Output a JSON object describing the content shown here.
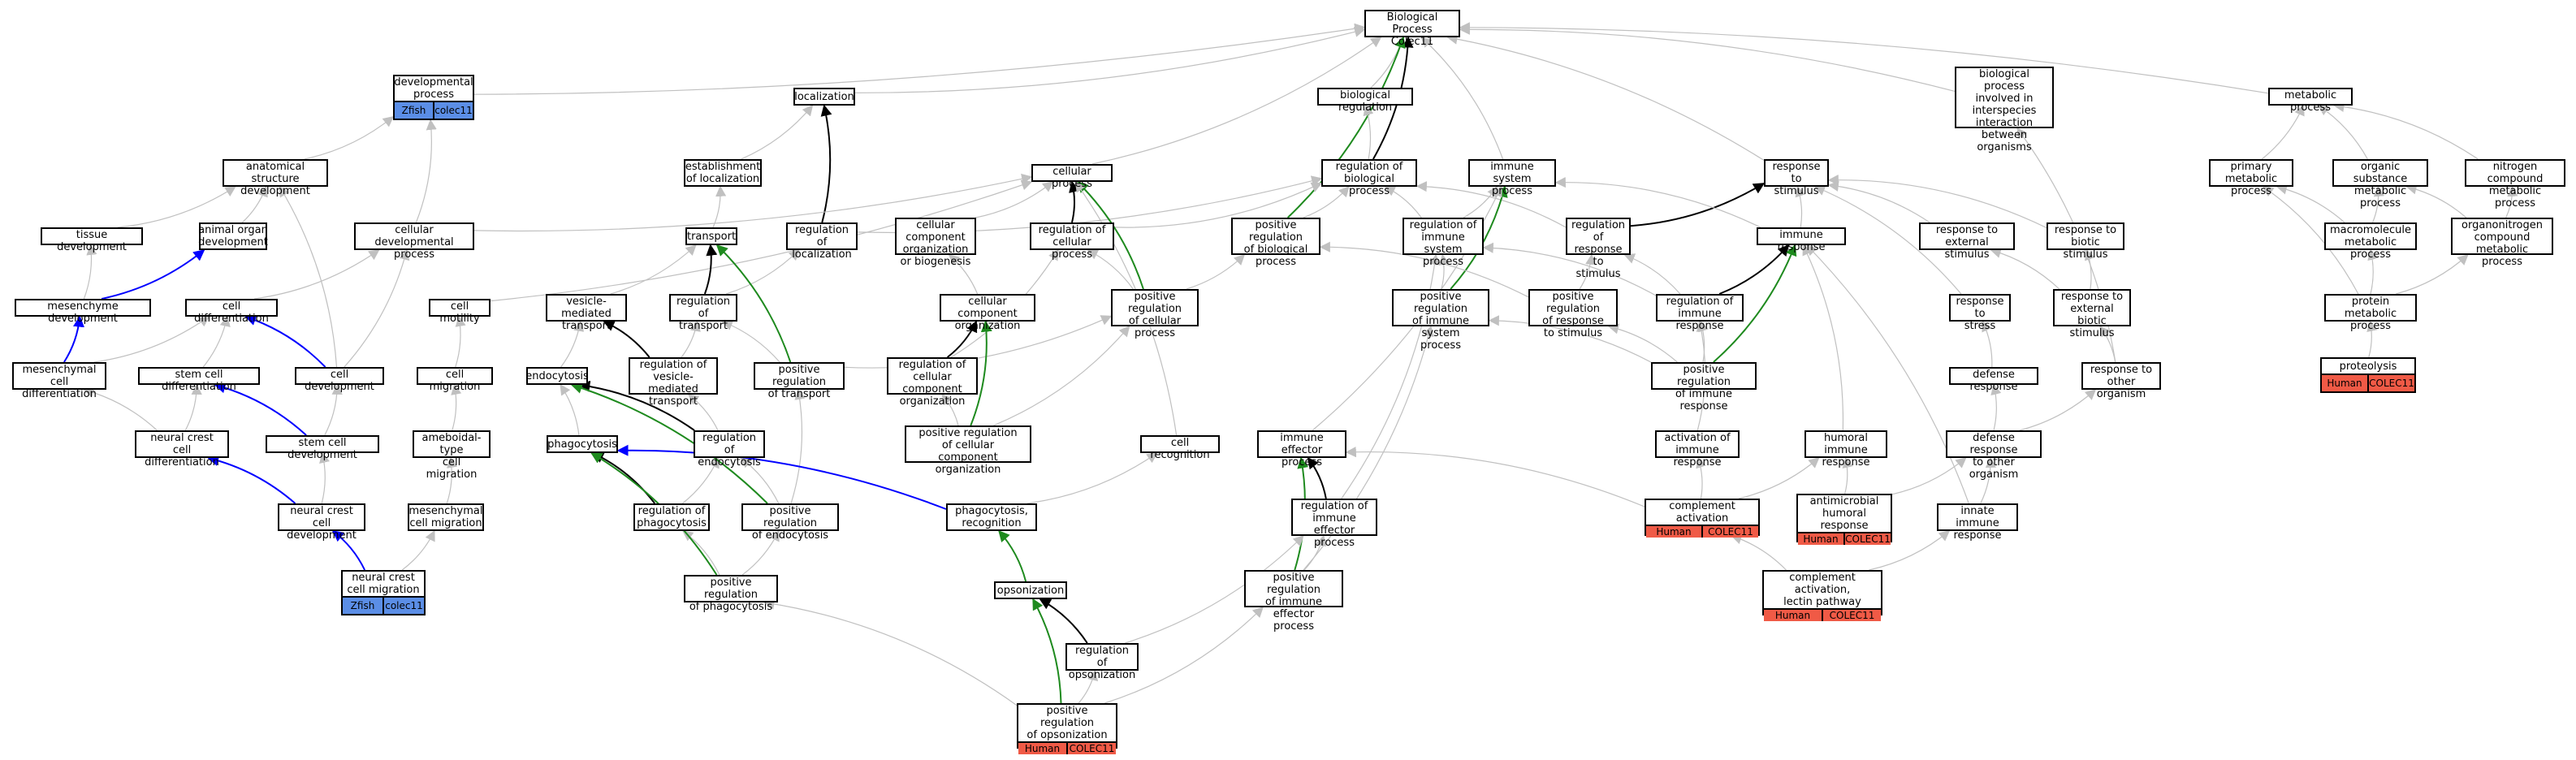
{
  "diagram": {
    "colors": {
      "edge_gray": "#c0c0c0",
      "edge_black": "#000000",
      "edge_blue": "#0000ff",
      "edge_green": "#1e8a1e",
      "zfish": "#5b8ee6",
      "human": "#f05a46"
    },
    "nodes": [
      {
        "id": "bp",
        "label": "Biological Process\nColec11"
      },
      {
        "id": "dev",
        "label": "developmental\nprocess",
        "ann": "zfish",
        "ann_labels": [
          "Zfish",
          "colec11"
        ]
      },
      {
        "id": "loc",
        "label": "localization"
      },
      {
        "id": "bioreg",
        "label": "biological regulation"
      },
      {
        "id": "interspecies",
        "label": "biological process\ninvolved in\ninterspecies\ninteraction\nbetween organisms"
      },
      {
        "id": "metab",
        "label": "metabolic process"
      },
      {
        "id": "anat",
        "label": "anatomical structure\ndevelopment"
      },
      {
        "id": "estloc",
        "label": "establishment\nof localization"
      },
      {
        "id": "cellproc",
        "label": "cellular process"
      },
      {
        "id": "regbio",
        "label": "regulation of\nbiological process"
      },
      {
        "id": "immsys",
        "label": "immune system\nprocess"
      },
      {
        "id": "resp",
        "label": "response to\nstimulus"
      },
      {
        "id": "primmet",
        "label": "primary metabolic\nprocess"
      },
      {
        "id": "orgsub",
        "label": "organic substance\nmetabolic process"
      },
      {
        "id": "nitro",
        "label": "nitrogen compound\nmetabolic process"
      },
      {
        "id": "tissue",
        "label": "tissue development"
      },
      {
        "id": "organ",
        "label": "animal organ\ndevelopment"
      },
      {
        "id": "celldev",
        "label": "cellular developmental\nprocess"
      },
      {
        "id": "transport",
        "label": "transport"
      },
      {
        "id": "regloc",
        "label": "regulation of\nlocalization"
      },
      {
        "id": "ccob",
        "label": "cellular component\norganization\nor biogenesis"
      },
      {
        "id": "regcell",
        "label": "regulation of\ncellular process"
      },
      {
        "id": "posregbio",
        "label": "positive regulation\nof biological\nprocess"
      },
      {
        "id": "regimmsys",
        "label": "regulation of\nimmune system\nprocess"
      },
      {
        "id": "regresp",
        "label": "regulation of\nresponse to\nstimulus"
      },
      {
        "id": "immresp",
        "label": "immune response"
      },
      {
        "id": "respext",
        "label": "response to\nexternal stimulus"
      },
      {
        "id": "respbio",
        "label": "response to\nbiotic stimulus"
      },
      {
        "id": "macro",
        "label": "macromolecule\nmetabolic process"
      },
      {
        "id": "organonitro",
        "label": "organonitrogen\ncompound metabolic\nprocess"
      },
      {
        "id": "mesdev",
        "label": "mesenchyme development"
      },
      {
        "id": "celldiff",
        "label": "cell differentiation"
      },
      {
        "id": "motility",
        "label": "cell motility"
      },
      {
        "id": "vesic",
        "label": "vesicle-mediated\ntransport"
      },
      {
        "id": "regtrans",
        "label": "regulation of\ntransport"
      },
      {
        "id": "cco",
        "label": "cellular component\norganization"
      },
      {
        "id": "posregcell",
        "label": "positive regulation\nof cellular\nprocess"
      },
      {
        "id": "posregimmsys",
        "label": "positive regulation\nof immune system\nprocess"
      },
      {
        "id": "posregresp",
        "label": "positive regulation\nof response\nto stimulus"
      },
      {
        "id": "regimmresp",
        "label": "regulation of\nimmune response"
      },
      {
        "id": "resptostress",
        "label": "response to\nstress"
      },
      {
        "id": "respextbio",
        "label": "response to\nexternal biotic\nstimulus"
      },
      {
        "id": "protmet",
        "label": "protein metabolic\nprocess"
      },
      {
        "id": "mesdiff",
        "label": "mesenchymal\ncell differentiation"
      },
      {
        "id": "stemdiff",
        "label": "stem cell differentiation"
      },
      {
        "id": "celldevel",
        "label": "cell development"
      },
      {
        "id": "cellmig",
        "label": "cell migration"
      },
      {
        "id": "endo",
        "label": "endocytosis"
      },
      {
        "id": "regvesic",
        "label": "regulation of\nvesicle-mediated\ntransport"
      },
      {
        "id": "posregtrans",
        "label": "positive regulation\nof transport"
      },
      {
        "id": "regcco",
        "label": "regulation of\ncellular component\norganization"
      },
      {
        "id": "posregimmresp",
        "label": "positive regulation\nof immune response"
      },
      {
        "id": "defense",
        "label": "defense response"
      },
      {
        "id": "resporg",
        "label": "response to\nother organism"
      },
      {
        "id": "proteolysis",
        "label": "proteolysis",
        "ann": "human",
        "ann_labels": [
          "Human",
          "COLEC11"
        ]
      },
      {
        "id": "ncdiff",
        "label": "neural crest\ncell differentiation"
      },
      {
        "id": "stemdev",
        "label": "stem cell development"
      },
      {
        "id": "amoeb",
        "label": "ameboidal-type\ncell migration"
      },
      {
        "id": "phago",
        "label": "phagocytosis"
      },
      {
        "id": "regendo",
        "label": "regulation of\nendocytosis"
      },
      {
        "id": "posregcco",
        "label": "positive regulation\nof cellular\ncomponent organization"
      },
      {
        "id": "cellrec",
        "label": "cell recognition"
      },
      {
        "id": "immeff",
        "label": "immune effector\nprocess"
      },
      {
        "id": "actimm",
        "label": "activation of\nimmune response"
      },
      {
        "id": "humoral",
        "label": "humoral immune\nresponse"
      },
      {
        "id": "defother",
        "label": "defense response\nto other organism"
      },
      {
        "id": "ncdev",
        "label": "neural crest\ncell development"
      },
      {
        "id": "mesmig",
        "label": "mesenchymal\ncell migration"
      },
      {
        "id": "regphago",
        "label": "regulation of\nphagocytosis"
      },
      {
        "id": "posregendo",
        "label": "positive regulation\nof endocytosis"
      },
      {
        "id": "phagorec",
        "label": "phagocytosis,\nrecognition"
      },
      {
        "id": "regimmeff",
        "label": "regulation of\nimmune effector\nprocess"
      },
      {
        "id": "complact",
        "label": "complement activation",
        "ann": "human",
        "ann_labels": [
          "Human",
          "COLEC11"
        ]
      },
      {
        "id": "antimic",
        "label": "antimicrobial\nhumoral response",
        "ann": "human",
        "ann_labels": [
          "Human",
          "COLEC11"
        ]
      },
      {
        "id": "innate",
        "label": "innate immune\nresponse"
      },
      {
        "id": "ncmig",
        "label": "neural crest\ncell migration",
        "ann": "zfish",
        "ann_labels": [
          "Zfish",
          "colec11"
        ]
      },
      {
        "id": "posregphago",
        "label": "positive regulation\nof phagocytosis"
      },
      {
        "id": "opson",
        "label": "opsonization"
      },
      {
        "id": "posregimmeff",
        "label": "positive regulation\nof immune effector\nprocess"
      },
      {
        "id": "complectin",
        "label": "complement activation,\nlectin pathway",
        "ann": "human",
        "ann_labels": [
          "Human",
          "COLEC11"
        ]
      },
      {
        "id": "regopson",
        "label": "regulation of\nopsonization"
      },
      {
        "id": "posregopson",
        "label": "positive regulation\nof opsonization",
        "ann": "human",
        "ann_labels": [
          "Human",
          "COLEC11"
        ]
      }
    ],
    "edges": [
      [
        "dev",
        "bp",
        "g"
      ],
      [
        "loc",
        "bp",
        "g"
      ],
      [
        "bioreg",
        "bp",
        "g"
      ],
      [
        "interspecies",
        "bp",
        "g"
      ],
      [
        "metab",
        "bp",
        "g"
      ],
      [
        "cellproc",
        "bp",
        "g"
      ],
      [
        "immsys",
        "bp",
        "g"
      ],
      [
        "resp",
        "bp",
        "g"
      ],
      [
        "regbio",
        "bp",
        "k"
      ],
      [
        "posregbio",
        "bp",
        "G"
      ],
      [
        "anat",
        "dev",
        "g"
      ],
      [
        "celldev",
        "dev",
        "g"
      ],
      [
        "estloc",
        "loc",
        "g"
      ],
      [
        "regloc",
        "loc",
        "k"
      ],
      [
        "regbio",
        "bioreg",
        "g"
      ],
      [
        "primmet",
        "metab",
        "g"
      ],
      [
        "orgsub",
        "metab",
        "g"
      ],
      [
        "nitro",
        "metab",
        "g"
      ],
      [
        "tissue",
        "anat",
        "g"
      ],
      [
        "organ",
        "anat",
        "g"
      ],
      [
        "celldevel",
        "anat",
        "g"
      ],
      [
        "celldev",
        "cellproc",
        "g"
      ],
      [
        "transport",
        "estloc",
        "g"
      ],
      [
        "regloc",
        "regbio",
        "g"
      ],
      [
        "ccob",
        "cellproc",
        "g"
      ],
      [
        "regcell",
        "cellproc",
        "k"
      ],
      [
        "regcell",
        "regbio",
        "g"
      ],
      [
        "posregbio",
        "regbio",
        "g"
      ],
      [
        "posregcell",
        "cellproc",
        "G"
      ],
      [
        "regimmsys",
        "immsys",
        "g"
      ],
      [
        "regimmsys",
        "regbio",
        "g"
      ],
      [
        "regresp",
        "regbio",
        "g"
      ],
      [
        "regresp",
        "resp",
        "k"
      ],
      [
        "immresp",
        "immsys",
        "g"
      ],
      [
        "immresp",
        "resp",
        "g"
      ],
      [
        "respext",
        "resp",
        "g"
      ],
      [
        "respbio",
        "resp",
        "g"
      ],
      [
        "macro",
        "orgsub",
        "g"
      ],
      [
        "macro",
        "primmet",
        "g"
      ],
      [
        "organonitro",
        "orgsub",
        "g"
      ],
      [
        "organonitro",
        "nitro",
        "g"
      ],
      [
        "mesdev",
        "tissue",
        "g"
      ],
      [
        "mesdev",
        "organ",
        "B"
      ],
      [
        "celldiff",
        "celldev",
        "g"
      ],
      [
        "motility",
        "cellproc",
        "g"
      ],
      [
        "vesic",
        "transport",
        "g"
      ],
      [
        "regtrans",
        "transport",
        "k"
      ],
      [
        "regtrans",
        "regloc",
        "g"
      ],
      [
        "posregtrans",
        "transport",
        "G"
      ],
      [
        "cco",
        "ccob",
        "g"
      ],
      [
        "posregcell",
        "regcell",
        "g"
      ],
      [
        "posregcell",
        "posregbio",
        "g"
      ],
      [
        "posregimmsys",
        "regimmsys",
        "g"
      ],
      [
        "posregimmsys",
        "immsys",
        "G"
      ],
      [
        "posregresp",
        "regresp",
        "g"
      ],
      [
        "posregresp",
        "posregbio",
        "g"
      ],
      [
        "regimmresp",
        "immresp",
        "k"
      ],
      [
        "regimmresp",
        "regimmsys",
        "g"
      ],
      [
        "regimmresp",
        "regresp",
        "g"
      ],
      [
        "resptostress",
        "resp",
        "g"
      ],
      [
        "respextbio",
        "respbio",
        "g"
      ],
      [
        "respextbio",
        "respext",
        "g"
      ],
      [
        "protmet",
        "macro",
        "g"
      ],
      [
        "protmet",
        "primmet",
        "g"
      ],
      [
        "protmet",
        "organonitro",
        "g"
      ],
      [
        "mesdiff",
        "mesdev",
        "B"
      ],
      [
        "mesdiff",
        "celldiff",
        "g"
      ],
      [
        "stemdiff",
        "celldiff",
        "g"
      ],
      [
        "celldevel",
        "celldiff",
        "B"
      ],
      [
        "celldevel",
        "celldev",
        "g"
      ],
      [
        "cellmig",
        "motility",
        "g"
      ],
      [
        "endo",
        "vesic",
        "g"
      ],
      [
        "regvesic",
        "vesic",
        "k"
      ],
      [
        "regvesic",
        "regtrans",
        "g"
      ],
      [
        "posregtrans",
        "regtrans",
        "g"
      ],
      [
        "posregtrans",
        "posregcell",
        "g"
      ],
      [
        "regcco",
        "cco",
        "k"
      ],
      [
        "regcco",
        "regcell",
        "g"
      ],
      [
        "posregimmresp",
        "regimmresp",
        "g"
      ],
      [
        "posregimmresp",
        "posregimmsys",
        "g"
      ],
      [
        "posregimmresp",
        "posregresp",
        "g"
      ],
      [
        "posregimmresp",
        "immresp",
        "G"
      ],
      [
        "defense",
        "resptostress",
        "g"
      ],
      [
        "resporg",
        "respextbio",
        "g"
      ],
      [
        "resporg",
        "interspecies",
        "g"
      ],
      [
        "proteolysis",
        "protmet",
        "g"
      ],
      [
        "ncdiff",
        "stemdiff",
        "g"
      ],
      [
        "ncdiff",
        "mesdiff",
        "g"
      ],
      [
        "stemdev",
        "stemdiff",
        "B"
      ],
      [
        "stemdev",
        "celldevel",
        "g"
      ],
      [
        "amoeb",
        "cellmig",
        "g"
      ],
      [
        "phago",
        "endo",
        "g"
      ],
      [
        "regendo",
        "endo",
        "k"
      ],
      [
        "regendo",
        "regvesic",
        "g"
      ],
      [
        "posregcco",
        "regcco",
        "g"
      ],
      [
        "posregcco",
        "cco",
        "G"
      ],
      [
        "posregcco",
        "posregcell",
        "g"
      ],
      [
        "cellrec",
        "cellproc",
        "g"
      ],
      [
        "immeff",
        "immsys",
        "g"
      ],
      [
        "actimm",
        "regimmresp",
        "g"
      ],
      [
        "humoral",
        "immresp",
        "g"
      ],
      [
        "defother",
        "defense",
        "g"
      ],
      [
        "defother",
        "resporg",
        "g"
      ],
      [
        "ncdev",
        "ncdiff",
        "B"
      ],
      [
        "ncdev",
        "stemdev",
        "g"
      ],
      [
        "mesmig",
        "amoeb",
        "g"
      ],
      [
        "regphago",
        "phago",
        "k"
      ],
      [
        "regphago",
        "regendo",
        "g"
      ],
      [
        "posregendo",
        "regendo",
        "g"
      ],
      [
        "posregendo",
        "endo",
        "G"
      ],
      [
        "posregendo",
        "posregtrans",
        "g"
      ],
      [
        "phagorec",
        "phago",
        "B"
      ],
      [
        "phagorec",
        "cellrec",
        "g"
      ],
      [
        "regimmeff",
        "immeff",
        "k"
      ],
      [
        "regimmeff",
        "regimmsys",
        "g"
      ],
      [
        "complact",
        "immeff",
        "g"
      ],
      [
        "complact",
        "actimm",
        "g"
      ],
      [
        "complact",
        "humoral",
        "g"
      ],
      [
        "antimic",
        "humoral",
        "g"
      ],
      [
        "antimic",
        "defother",
        "g"
      ],
      [
        "innate",
        "defother",
        "g"
      ],
      [
        "innate",
        "immresp",
        "g"
      ],
      [
        "ncmig",
        "ncdev",
        "B"
      ],
      [
        "ncmig",
        "mesmig",
        "g"
      ],
      [
        "posregphago",
        "regphago",
        "g"
      ],
      [
        "posregphago",
        "phago",
        "G"
      ],
      [
        "posregphago",
        "posregendo",
        "g"
      ],
      [
        "opson",
        "phagorec",
        "G"
      ],
      [
        "posregimmeff",
        "regimmeff",
        "g"
      ],
      [
        "posregimmeff",
        "immeff",
        "G"
      ],
      [
        "posregimmeff",
        "posregimmsys",
        "g"
      ],
      [
        "complectin",
        "complact",
        "g"
      ],
      [
        "complectin",
        "innate",
        "g"
      ],
      [
        "regopson",
        "opson",
        "k"
      ],
      [
        "regopson",
        "regimmeff",
        "g"
      ],
      [
        "posregopson",
        "regopson",
        "g"
      ],
      [
        "posregopson",
        "opson",
        "G"
      ],
      [
        "posregopson",
        "posregimmeff",
        "g"
      ],
      [
        "posregopson",
        "posregphago",
        "g"
      ]
    ]
  }
}
